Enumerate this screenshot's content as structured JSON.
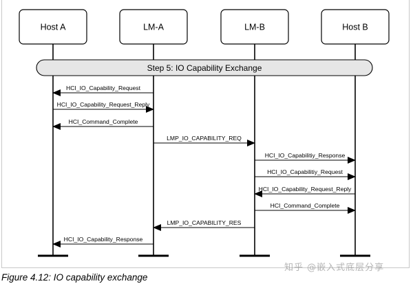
{
  "participants": [
    {
      "id": "host-a",
      "label": "Host A"
    },
    {
      "id": "lm-a",
      "label": "LM-A"
    },
    {
      "id": "lm-b",
      "label": "LM-B"
    },
    {
      "id": "host-b",
      "label": "Host B"
    }
  ],
  "step_banner": "Step 5: IO Capability Exchange",
  "messages": [
    {
      "label": "HCI_IO_Capability_Request",
      "from": "lm-a",
      "to": "host-a"
    },
    {
      "label": "HCI_IO_Capability_Request_Reply",
      "from": "host-a",
      "to": "lm-a"
    },
    {
      "label": "HCI_Command_Complete",
      "from": "lm-a",
      "to": "host-a"
    },
    {
      "label": "LMP_IO_CAPABILITY_REQ",
      "from": "lm-a",
      "to": "lm-b"
    },
    {
      "label": "HCI_IO_Capabilitiy_Response",
      "from": "lm-b",
      "to": "host-b"
    },
    {
      "label": "HCI_IO_Capabilitiy_Request",
      "from": "lm-b",
      "to": "host-b"
    },
    {
      "label": "HCI_IO_Capability_Request_Reply",
      "from": "host-b",
      "to": "lm-b"
    },
    {
      "label": "HCI_Command_Complete",
      "from": "lm-b",
      "to": "host-b"
    },
    {
      "label": "LMP_IO_CAPABILITY_RES",
      "from": "lm-b",
      "to": "lm-a"
    },
    {
      "label": "HCI_IO_Capability_Response",
      "from": "lm-a",
      "to": "host-a"
    }
  ],
  "caption": "Figure 4.12:  IO capability exchange",
  "watermark": "知乎 @嵌入式底层分享"
}
